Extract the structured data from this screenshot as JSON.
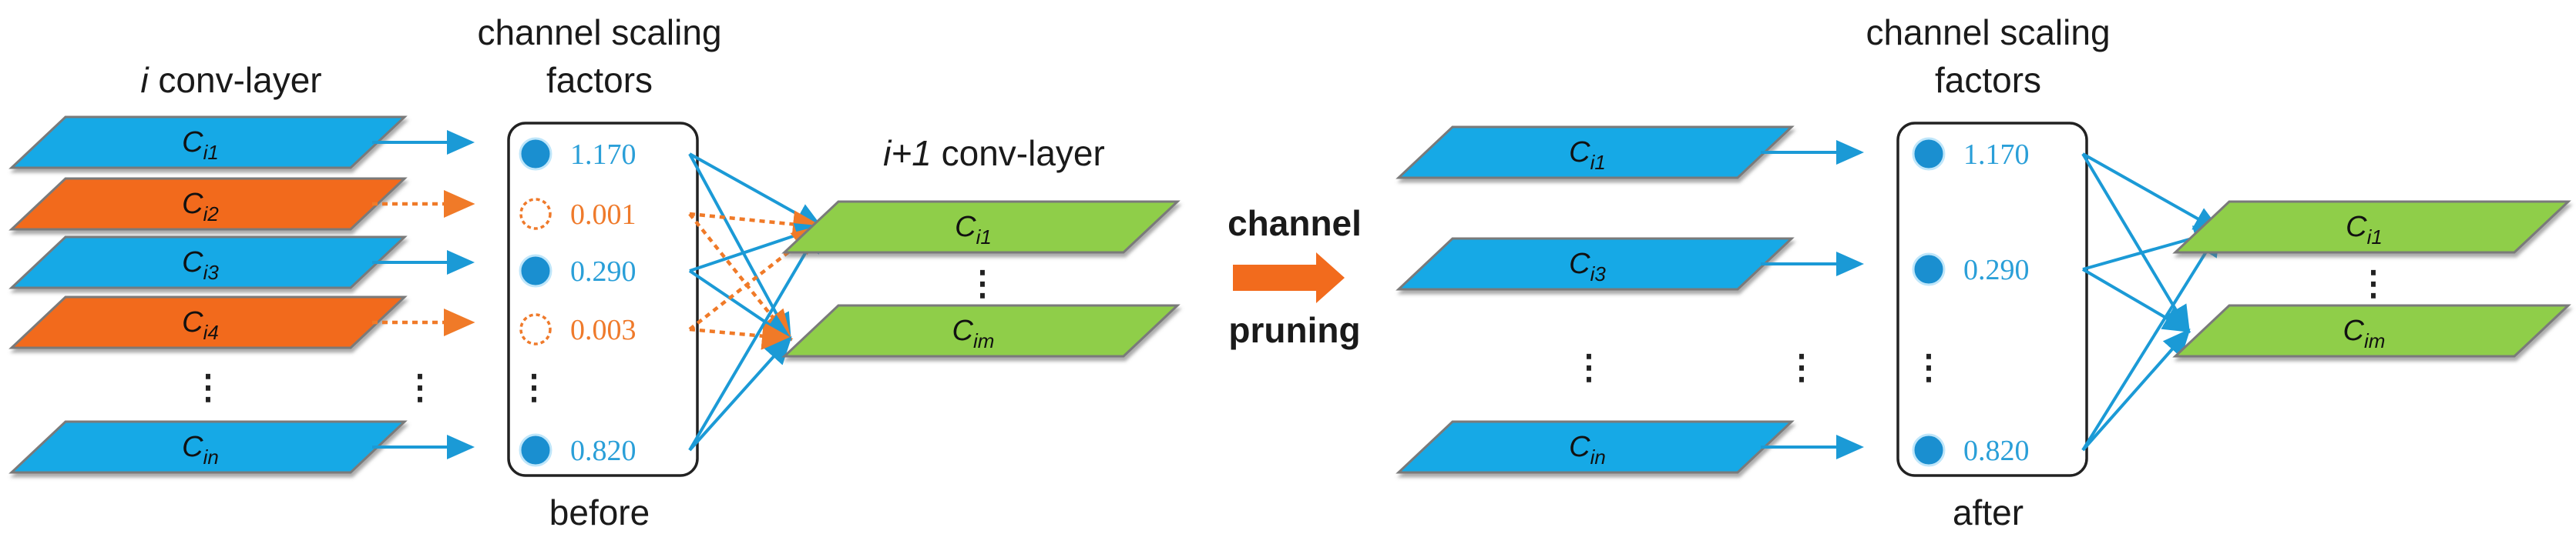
{
  "colors": {
    "kept_channel": "#17a9e6",
    "pruned_channel": "#f26b1d",
    "next_layer": "#8fce48",
    "arrow_blue": "#1b9ad6",
    "arrow_orange": "#f07a28",
    "value_blue": "#2a9fd8",
    "value_orange": "#ef7a2b",
    "dot_blue": "#1a8fd0"
  },
  "before": {
    "layer_title_italic": "i",
    "layer_title_rest": " conv-layer",
    "scaling_title_line1": "channel scaling",
    "scaling_title_line2": "factors",
    "next_title_italic": "i+1",
    "next_title_rest": " conv-layer",
    "caption": "before",
    "channels": [
      {
        "base": "C",
        "sub": "i1",
        "state": "kept"
      },
      {
        "base": "C",
        "sub": "i2",
        "state": "pruned"
      },
      {
        "base": "C",
        "sub": "i3",
        "state": "kept"
      },
      {
        "base": "C",
        "sub": "i4",
        "state": "pruned"
      },
      {
        "base": "C",
        "sub": "in",
        "state": "kept"
      }
    ],
    "factors": [
      {
        "value": "1.170",
        "state": "kept"
      },
      {
        "value": "0.001",
        "state": "pruned"
      },
      {
        "value": "0.290",
        "state": "kept"
      },
      {
        "value": "0.003",
        "state": "pruned"
      },
      {
        "value": "0.820",
        "state": "kept"
      }
    ],
    "next_channels": [
      {
        "base": "C",
        "sub": "i1"
      },
      {
        "base": "C",
        "sub": "im"
      }
    ],
    "ellipsis": "⋮"
  },
  "transition": {
    "line1": "channel",
    "line2": "pruning",
    "arrow_icon": "right-arrow-icon"
  },
  "after": {
    "scaling_title_line1": "channel scaling",
    "scaling_title_line2": "factors",
    "caption": "after",
    "channels": [
      {
        "base": "C",
        "sub": "i1"
      },
      {
        "base": "C",
        "sub": "i3"
      },
      {
        "base": "C",
        "sub": "in"
      }
    ],
    "factors": [
      {
        "value": "1.170"
      },
      {
        "value": "0.290"
      },
      {
        "value": "0.820"
      }
    ],
    "next_channels": [
      {
        "base": "C",
        "sub": "i1"
      },
      {
        "base": "C",
        "sub": "im"
      }
    ],
    "ellipsis": "⋮"
  }
}
